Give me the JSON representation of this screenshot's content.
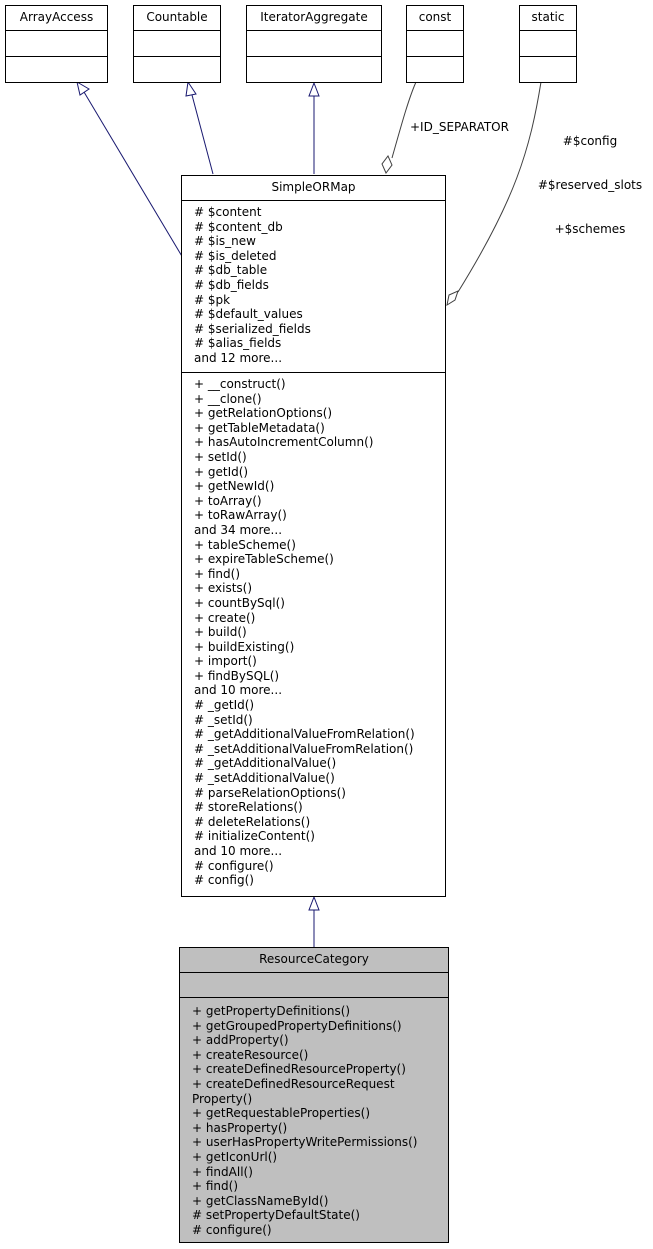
{
  "interfaces": [
    {
      "name": "ArrayAccess"
    },
    {
      "name": "Countable"
    },
    {
      "name": "IteratorAggregate"
    },
    {
      "name": "const"
    },
    {
      "name": "static"
    }
  ],
  "edge_labels": {
    "const_label": "+ID_SEPARATOR",
    "static_labels": [
      "#$config",
      "#$reserved_slots",
      "+$schemes"
    ]
  },
  "simpleormap": {
    "name": "SimpleORMap",
    "attributes": [
      "# $content",
      "# $content_db",
      "# $is_new",
      "# $is_deleted",
      "# $db_table",
      "# $db_fields",
      "# $pk",
      "# $default_values",
      "# $serialized_fields",
      "# $alias_fields",
      "and 12 more..."
    ],
    "methods": [
      "+ __construct()",
      "+ __clone()",
      "+ getRelationOptions()",
      "+ getTableMetadata()",
      "+ hasAutoIncrementColumn()",
      "+ setId()",
      "+ getId()",
      "+ getNewId()",
      "+ toArray()",
      "+ toRawArray()",
      "and 34 more...",
      "+ tableScheme()",
      "+ expireTableScheme()",
      "+ find()",
      "+ exists()",
      "+ countBySql()",
      "+ create()",
      "+ build()",
      "+ buildExisting()",
      "+ import()",
      "+ findBySQL()",
      "and 10 more...",
      "# _getId()",
      "# _setId()",
      "# _getAdditionalValueFromRelation()",
      "# _setAdditionalValueFromRelation()",
      "# _getAdditionalValue()",
      "# _setAdditionalValue()",
      "# parseRelationOptions()",
      "# storeRelations()",
      "# deleteRelations()",
      "# initializeContent()",
      "and 10 more...",
      "# configure()",
      "# config()"
    ]
  },
  "resourcecategory": {
    "name": "ResourceCategory",
    "methods": [
      "+ getPropertyDefinitions()",
      "+ getGroupedPropertyDefinitions()",
      "+ addProperty()",
      "+ createResource()",
      "+ createDefinedResourceProperty()",
      "+ createDefinedResourceRequest",
      "Property()",
      "+ getRequestableProperties()",
      "+ hasProperty()",
      "+ userHasPropertyWritePermissions()",
      "+ getIconUrl()",
      "+ findAll()",
      "+ find()",
      "+ getClassNameById()",
      "# setPropertyDefaultState()",
      "# configure()"
    ]
  },
  "colors": {
    "inherit_edge": "#191970",
    "assoc_edge": "#404040",
    "highlight_fill": "#bfbfbf"
  }
}
